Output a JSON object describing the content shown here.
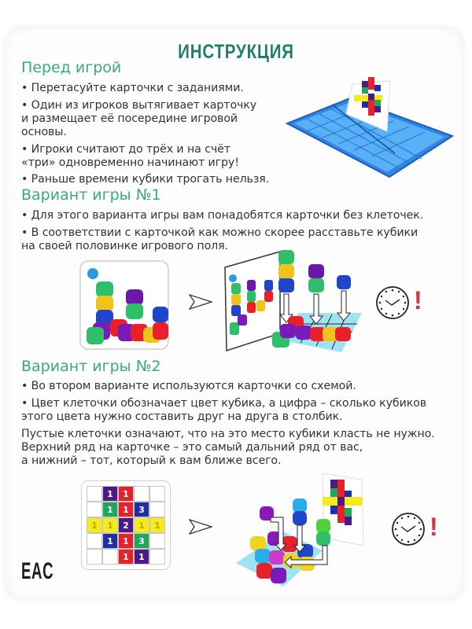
{
  "title": "ИНСТРУКЦИЯ",
  "sections": {
    "before": {
      "heading": "Перед игрой",
      "lines": [
        "• Перетасуйте карточки с заданиями.",
        "• Один из игроков вытягивает карточку",
        "и размещает её посередине игровой",
        "основы.",
        "• Игроки считают до трёх и на счёт",
        "«три» одновременно начинают игру!",
        "• Раньше времени кубики трогать нельзя."
      ]
    },
    "variant1": {
      "heading": "Вариант игры №1",
      "lines": [
        "• Для этого варианта игры вам понадобятся карточки без клеточек.",
        "• В соответствии с карточкой как можно скорее расставьте кубики",
        "на своей половинке игрового поля."
      ]
    },
    "variant2": {
      "heading": "Вариант игры №2",
      "lines": [
        "• Во втором варианте используются карточки со схемой.",
        "• Цвет клеточки обозначает цвет кубика, а цифра – сколько кубиков",
        "этого цвета нужно составить друг на друга в столбик.",
        "Пустые клеточки означают, что на это место кубики класть не нужно.",
        "Верхний ряд на карточке – это самый дальний ряд от вас,",
        "а нижний – тот, который к вам ближе всего."
      ]
    }
  },
  "illustrations": {
    "board_image": "blue-game-board-with-card",
    "variant1": [
      "cube-card",
      "arrow-right",
      "tilted-card-and-cubes-on-grid",
      "clock",
      "exclamation"
    ],
    "variant2": [
      "scheme-card",
      "arrow-right",
      "cubes-on-grid-with-card",
      "clock",
      "exclamation"
    ],
    "exclamation": "!"
  },
  "scheme_grid": [
    [
      {
        "c": "",
        "n": ""
      },
      {
        "c": "purple",
        "n": "1"
      },
      {
        "c": "red",
        "n": "1"
      },
      {
        "c": "",
        "n": ""
      },
      {
        "c": "",
        "n": ""
      }
    ],
    [
      {
        "c": "",
        "n": ""
      },
      {
        "c": "green",
        "n": "1"
      },
      {
        "c": "red",
        "n": "1"
      },
      {
        "c": "blue",
        "n": "3"
      },
      {
        "c": "",
        "n": ""
      }
    ],
    [
      {
        "c": "yellow",
        "n": "1"
      },
      {
        "c": "yellow",
        "n": "1"
      },
      {
        "c": "purple",
        "n": "2"
      },
      {
        "c": "yellow",
        "n": "1"
      },
      {
        "c": "yellow",
        "n": "1"
      }
    ],
    [
      {
        "c": "",
        "n": ""
      },
      {
        "c": "blue",
        "n": "1"
      },
      {
        "c": "red",
        "n": "1"
      },
      {
        "c": "green",
        "n": "3"
      },
      {
        "c": "",
        "n": ""
      }
    ],
    [
      {
        "c": "",
        "n": ""
      },
      {
        "c": "",
        "n": ""
      },
      {
        "c": "red",
        "n": "1"
      },
      {
        "c": "purple",
        "n": "1"
      },
      {
        "c": "",
        "n": ""
      }
    ]
  ],
  "colors": {
    "title": "#1f7f68",
    "heading": "#3aa882",
    "purple": "#4b1a86",
    "red": "#e8202a",
    "green": "#1fa85a",
    "blue": "#1f2fa8",
    "yellow": "#f5ea1a",
    "board": "#2f86e6",
    "exclamation": "#e0303c"
  },
  "certification_mark": "EAC"
}
